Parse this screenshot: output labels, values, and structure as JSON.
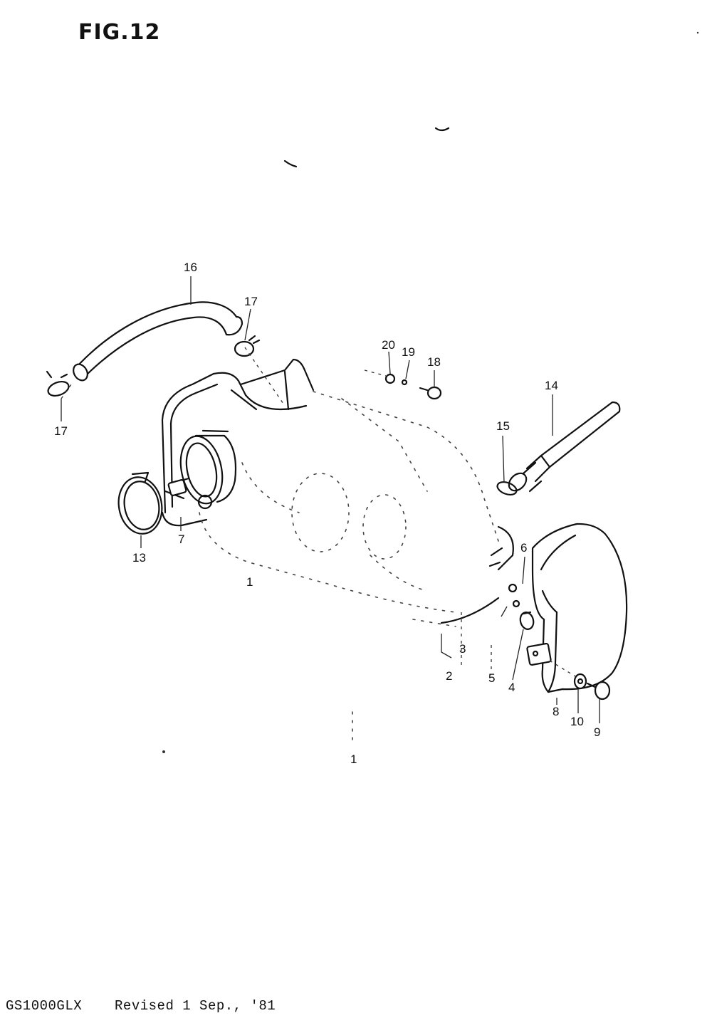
{
  "figure": {
    "title": "FIG.12",
    "footer": {
      "model": "GS1000GLX",
      "revision": "Revised 1 Sep., '81"
    }
  },
  "callouts": [
    {
      "id": "c16",
      "label": "16"
    },
    {
      "id": "c17a",
      "label": "17"
    },
    {
      "id": "c17b",
      "label": "17"
    },
    {
      "id": "c20",
      "label": "20"
    },
    {
      "id": "c19",
      "label": "19"
    },
    {
      "id": "c18",
      "label": "18"
    },
    {
      "id": "c14",
      "label": "14"
    },
    {
      "id": "c15",
      "label": "15"
    },
    {
      "id": "c13",
      "label": "13"
    },
    {
      "id": "c7",
      "label": "7"
    },
    {
      "id": "c1a",
      "label": "1"
    },
    {
      "id": "c6",
      "label": "6"
    },
    {
      "id": "c3",
      "label": "3"
    },
    {
      "id": "c2",
      "label": "2"
    },
    {
      "id": "c5",
      "label": "5"
    },
    {
      "id": "c4",
      "label": "4"
    },
    {
      "id": "c8",
      "label": "8"
    },
    {
      "id": "c10",
      "label": "10"
    },
    {
      "id": "c9",
      "label": "9"
    },
    {
      "id": "c1b",
      "label": "1"
    }
  ]
}
